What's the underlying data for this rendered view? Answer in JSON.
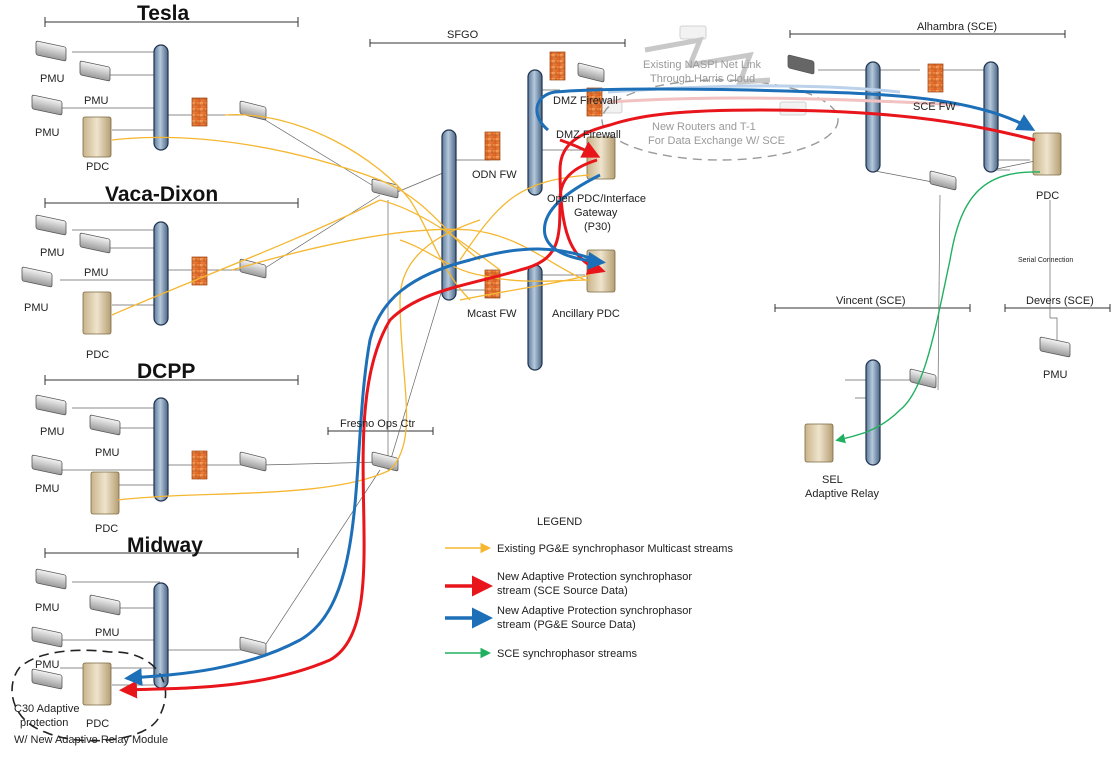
{
  "sites": {
    "tesla": "Tesla",
    "vaca": "Vaca-Dixon",
    "dcpp": "DCPP",
    "midway": "Midway",
    "sfgo": "SFGO",
    "alhambra": "Alhambra (SCE)",
    "vincent": "Vincent (SCE)",
    "devers": "Devers (SCE)",
    "fresno": "Fresno Ops Ctr"
  },
  "labels": {
    "pmu": "PMU",
    "pdc": "PDC",
    "dmz_fw": "DMZ Firewall",
    "odn_fw": "ODN FW",
    "mcast_fw": "Mcast FW",
    "sce_fw": "SCE FW",
    "openpdc_1": "Open PDC/Interface",
    "openpdc_2": "Gateway",
    "openpdc_3": "(P30)",
    "ancillary": "Ancillary PDC",
    "naspi_1": "Existing NASPI Net Link",
    "naspi_2": "Through Harris Cloud",
    "routers_1": "New Routers and T-1",
    "routers_2": "For Data Exchange W/ SCE",
    "serial": "Serial Connection",
    "sel_1": "SEL",
    "sel_2": "Adaptive Relay",
    "c30_1": "C30 Adaptive",
    "c30_2": "protection",
    "c30_3": "W/ New Adaptive Relay Module"
  },
  "legend": {
    "title": "LEGEND",
    "items": [
      {
        "text1": "Existing PG&E synchrophasor Multicast streams",
        "text2": "",
        "color": "#f5b731"
      },
      {
        "text1": "New Adaptive Protection synchrophasor",
        "text2": "stream (SCE Source Data)",
        "color": "#e8151b"
      },
      {
        "text1": "New Adaptive Protection synchrophasor",
        "text2": "stream (PG&E Source Data)",
        "color": "#1d6fb8"
      },
      {
        "text1": "SCE synchrophasor streams",
        "text2": "",
        "color": "#20b060"
      }
    ]
  },
  "colors": {
    "existing": "#f5b731",
    "sce_stream": "#e8151b",
    "pge_stream": "#1d6fb8",
    "sce_sync": "#20b060",
    "bus": "#7d97b4",
    "firewall": "#e9782b",
    "server": "#d9c9a6"
  }
}
